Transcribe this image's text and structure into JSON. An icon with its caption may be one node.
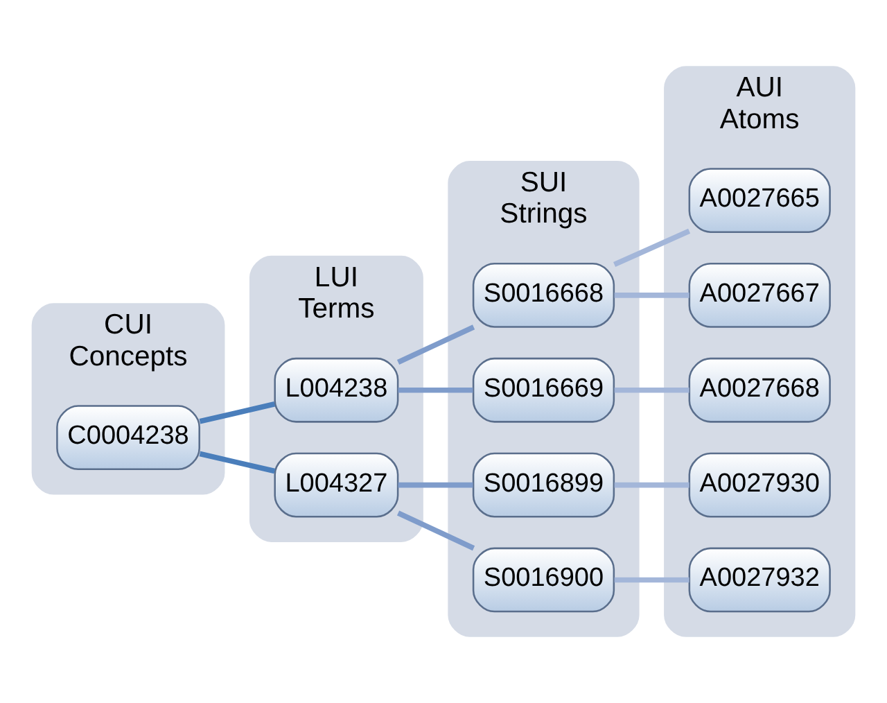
{
  "diagram": {
    "nodes": [
      {
        "text": [
          "CUI",
          "Concepts"
        ]
      },
      {
        "text": [
          "C0004238"
        ],
        "in": 0
      },
      {
        "text": [
          "LUI",
          "Terms"
        ]
      },
      {
        "text": [
          "L004238"
        ],
        "in": 2
      },
      {
        "text": [
          "L004327"
        ],
        "in": 2
      },
      {
        "text": [
          "SUI",
          "Strings"
        ]
      },
      {
        "text": [
          "S0016668"
        ],
        "in": 5
      },
      {
        "text": [
          "S0016669"
        ],
        "in": 5
      },
      {
        "text": [
          "S0016899"
        ],
        "in": 5
      },
      {
        "text": [
          "S0016900"
        ],
        "in": 5
      },
      {
        "text": [
          "AUI",
          "Atoms"
        ]
      },
      {
        "text": [
          "A0027665"
        ],
        "in": 10
      },
      {
        "text": [
          "A0027667"
        ],
        "in": 10
      },
      {
        "text": [
          "A0027668"
        ],
        "in": 10
      },
      {
        "text": [
          "A0027930"
        ],
        "in": 10
      },
      {
        "text": [
          "A0027932"
        ],
        "in": 10
      }
    ],
    "edges": [
      {
        "from": 1,
        "to": 3,
        "arrow": "none",
        "color": "#4a7ebb"
      },
      {
        "from": 1,
        "to": 4,
        "arrow": "none",
        "color": "#4a7ebb"
      },
      {
        "from": 3,
        "to": 6,
        "arrow": "none",
        "color": "#7f9ccb"
      },
      {
        "from": 3,
        "to": 7,
        "arrow": "none",
        "color": "#7f9ccb"
      },
      {
        "from": 4,
        "to": 8,
        "arrow": "none",
        "color": "#7f9ccb"
      },
      {
        "from": 4,
        "to": 9,
        "arrow": "none",
        "color": "#7f9ccb"
      },
      {
        "from": 6,
        "to": 11,
        "arrow": "none"
      },
      {
        "from": 6,
        "to": 12,
        "arrow": "none"
      },
      {
        "from": 7,
        "to": 13,
        "arrow": "none"
      },
      {
        "from": 8,
        "to": 14,
        "arrow": "none"
      },
      {
        "from": 9,
        "to": 15,
        "arrow": "none"
      }
    ]
  }
}
